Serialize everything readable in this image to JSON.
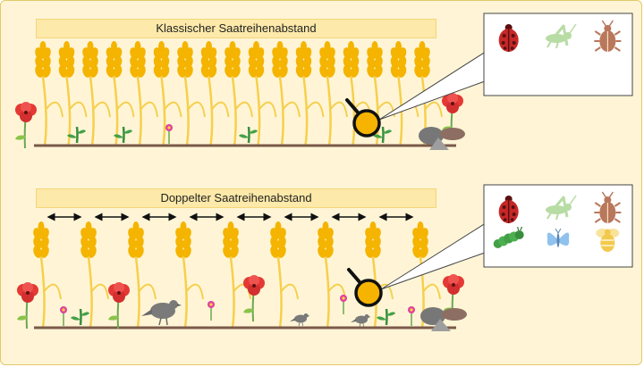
{
  "panels": [
    {
      "id": "classic",
      "title": "Klassischer Saatreihenabstand",
      "callout_insects": [
        "ladybug-icon",
        "grasshopper-icon",
        "beetle-icon"
      ]
    },
    {
      "id": "double",
      "title": "Doppelter Saatreihenabstand",
      "callout_insects": [
        "ladybug-icon",
        "grasshopper-icon",
        "beetle-icon",
        "caterpillar-icon",
        "butterfly-icon",
        "bee-icon"
      ]
    }
  ],
  "colors": {
    "background": "#fff5d6",
    "wheat": "#f4b400",
    "stalk": "#f6cf4d",
    "soil": "#7a5a4a",
    "poppy": "#e53935",
    "ladybug": "#c62828",
    "grasshopper": "#b7dca4",
    "beetle": "#b9775b",
    "caterpillar": "#43a047",
    "butterfly": "#90c2ee",
    "bee": "#f2c94c",
    "bird": "#7a7a7a"
  }
}
